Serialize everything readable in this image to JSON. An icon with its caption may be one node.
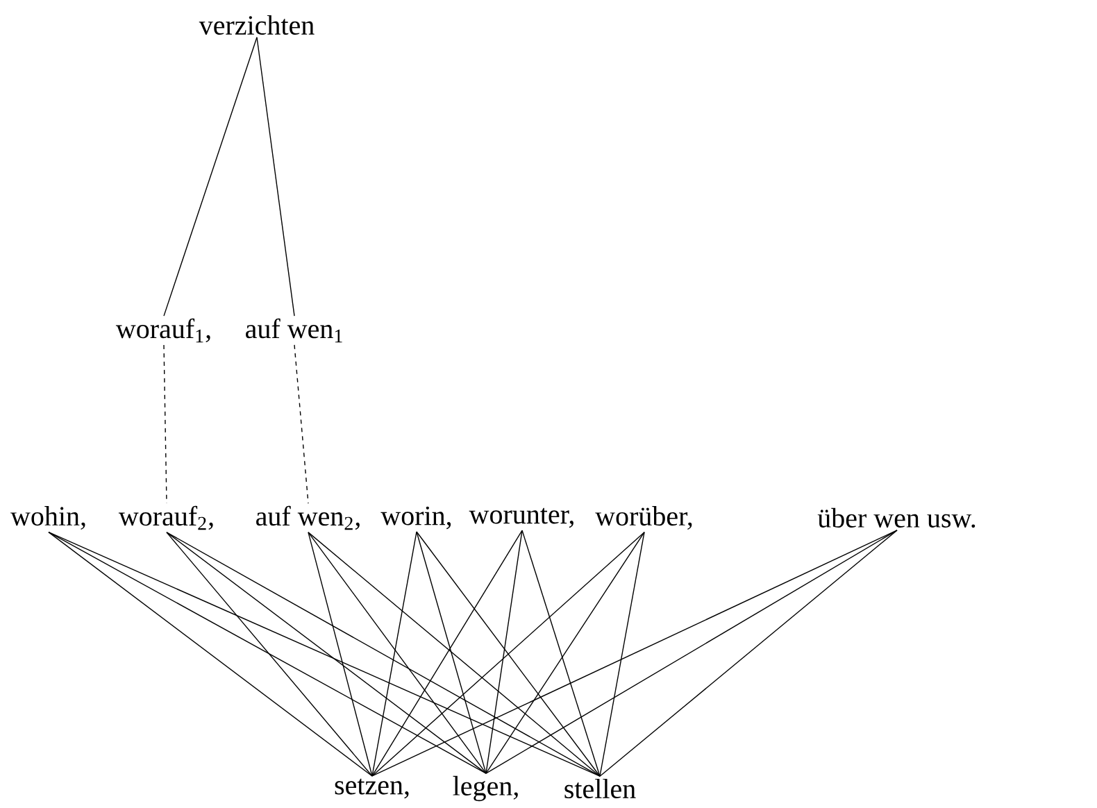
{
  "diagram": {
    "nodes": [
      {
        "text": [
          "verzichten"
        ]
      },
      {
        "text": [
          "worauf$_{1}$,"
        ]
      },
      {
        "text": [
          "auf wen$_{1}$"
        ]
      },
      {
        "text": [
          "wohin,"
        ]
      },
      {
        "text": [
          "worauf$_{2}$,"
        ]
      },
      {
        "text": [
          "auf wen$_{2}$,"
        ]
      },
      {
        "text": [
          "worin,"
        ]
      },
      {
        "text": [
          "worunter,"
        ]
      },
      {
        "text": [
          "worüber,"
        ]
      },
      {
        "text": [
          "über wen usw."
        ]
      },
      {
        "text": [
          "setzen,"
        ]
      },
      {
        "text": [
          "legen,"
        ]
      },
      {
        "text": [
          "stellen"
        ]
      }
    ],
    "edges": [
      {
        "from": 0,
        "to": 1,
        "arrow": "none"
      },
      {
        "from": 0,
        "to": 2,
        "arrow": "none"
      },
      {
        "from": 1,
        "to": 4,
        "arrow": "none",
        "style": "dashed"
      },
      {
        "from": 2,
        "to": 5,
        "arrow": "none",
        "style": "dashed"
      },
      {
        "from": 3,
        "to": 10,
        "arrow": "none"
      },
      {
        "from": 3,
        "to": 11,
        "arrow": "none"
      },
      {
        "from": 3,
        "to": 12,
        "arrow": "none"
      },
      {
        "from": 4,
        "to": 10,
        "arrow": "none"
      },
      {
        "from": 4,
        "to": 11,
        "arrow": "none"
      },
      {
        "from": 4,
        "to": 12,
        "arrow": "none"
      },
      {
        "from": 5,
        "to": 10,
        "arrow": "none"
      },
      {
        "from": 5,
        "to": 11,
        "arrow": "none"
      },
      {
        "from": 5,
        "to": 12,
        "arrow": "none"
      },
      {
        "from": 6,
        "to": 10,
        "arrow": "none"
      },
      {
        "from": 6,
        "to": 11,
        "arrow": "none"
      },
      {
        "from": 6,
        "to": 12,
        "arrow": "none"
      },
      {
        "from": 7,
        "to": 10,
        "arrow": "none"
      },
      {
        "from": 7,
        "to": 11,
        "arrow": "none"
      },
      {
        "from": 7,
        "to": 12,
        "arrow": "none"
      },
      {
        "from": 8,
        "to": 10,
        "arrow": "none"
      },
      {
        "from": 8,
        "to": 11,
        "arrow": "none"
      },
      {
        "from": 8,
        "to": 12,
        "arrow": "none"
      },
      {
        "from": 9,
        "to": 10,
        "arrow": "none"
      },
      {
        "from": 9,
        "to": 11,
        "arrow": "none"
      },
      {
        "from": 9,
        "to": 12,
        "arrow": "none"
      }
    ]
  }
}
